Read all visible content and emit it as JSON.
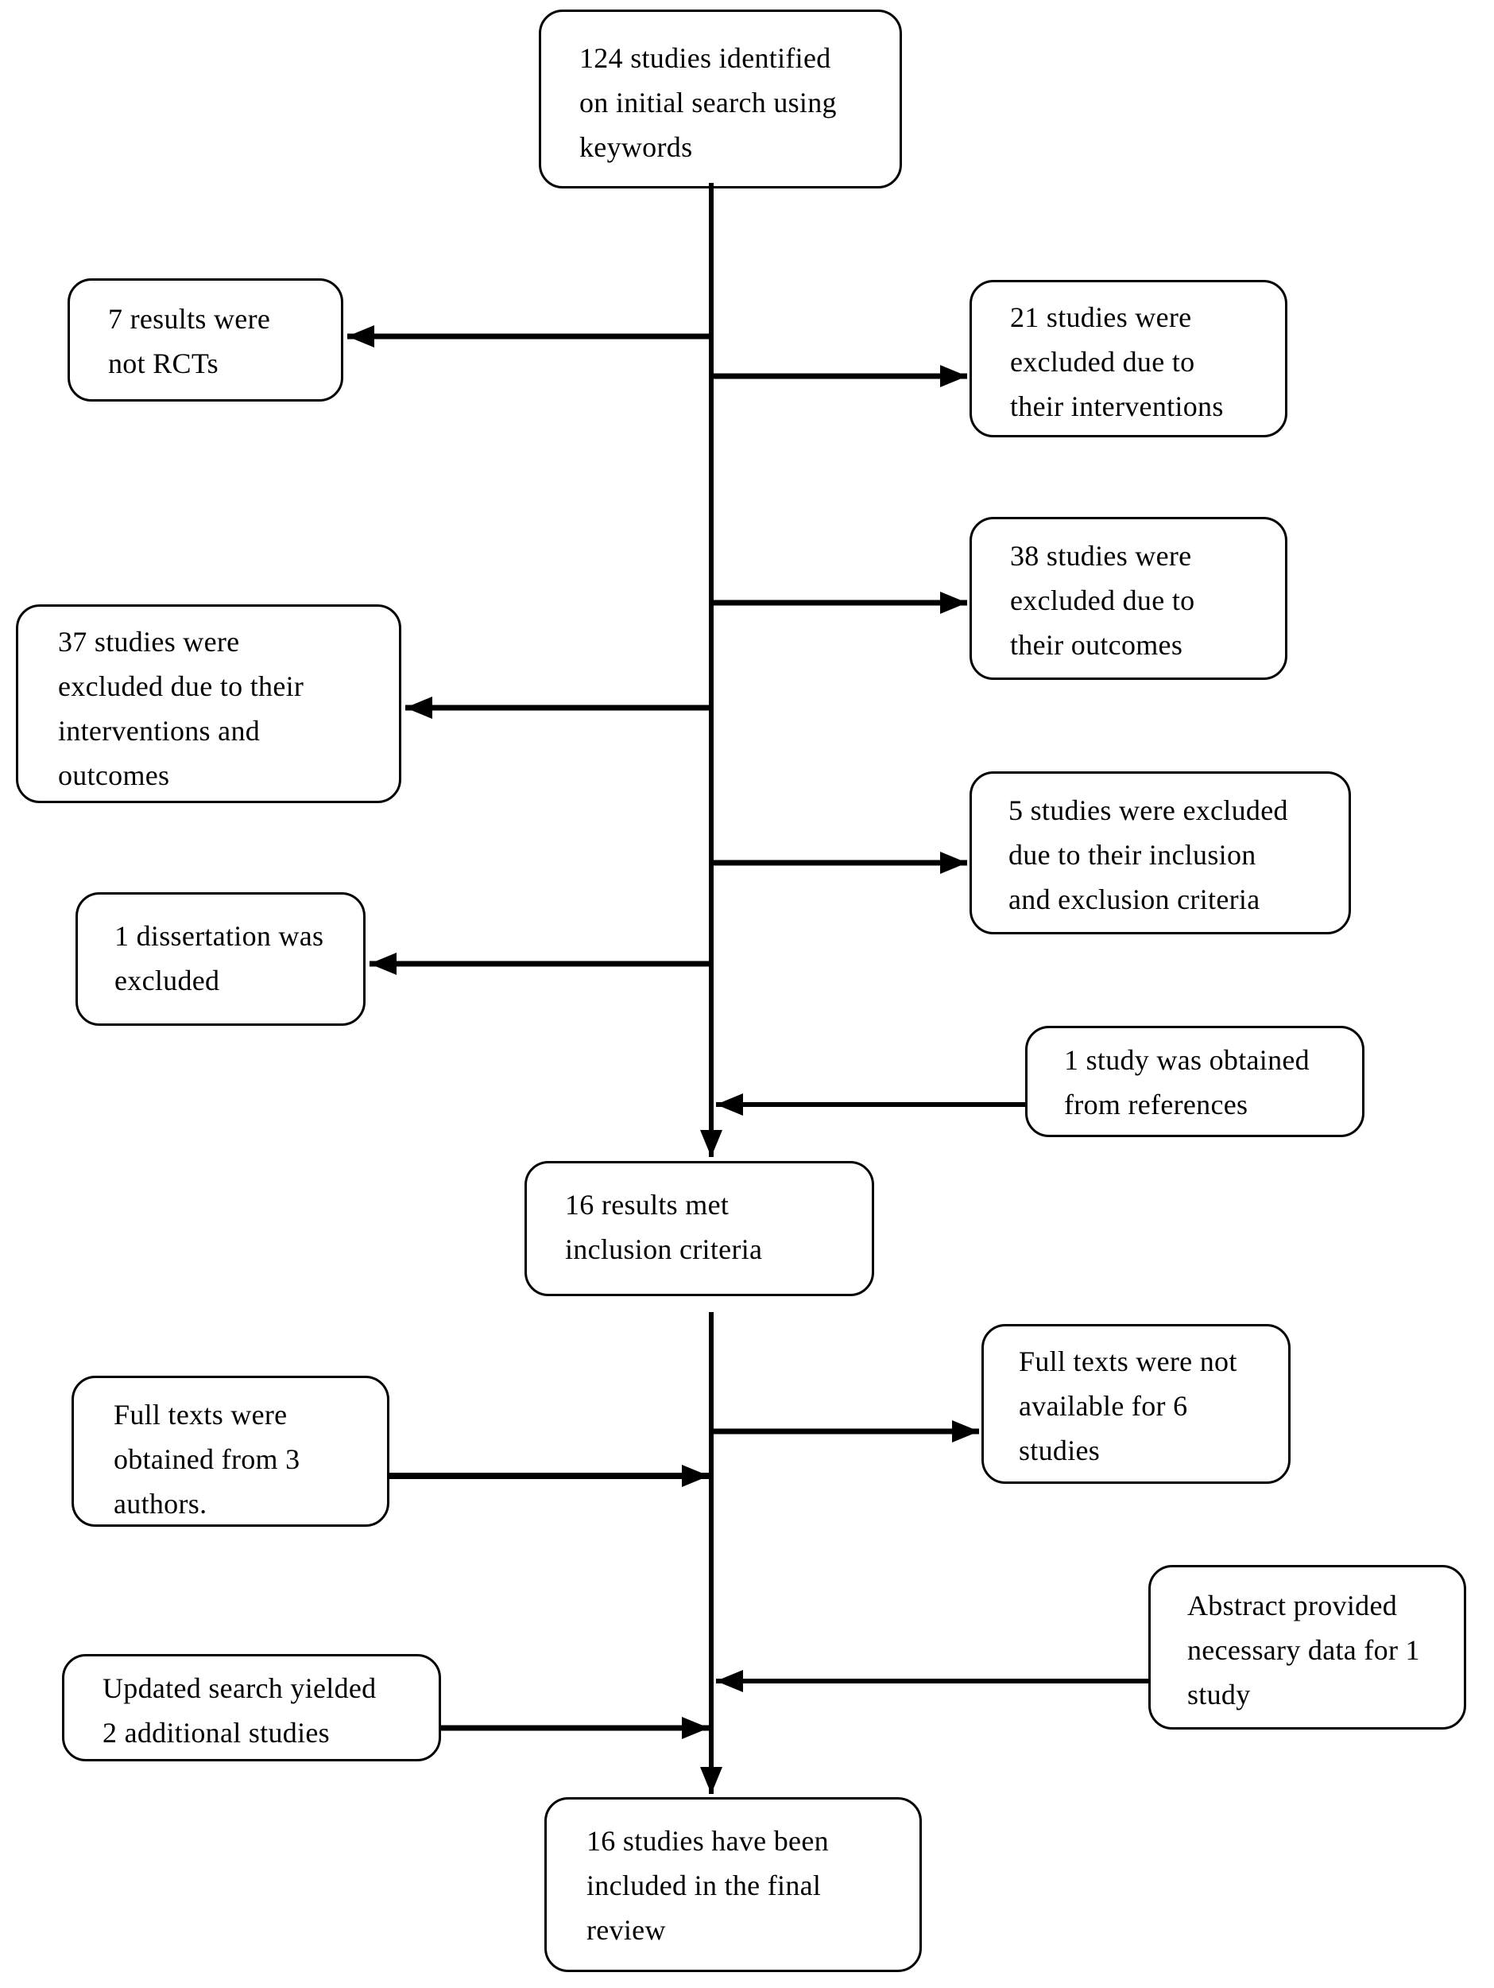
{
  "diagram": {
    "type": "flowchart",
    "background_color": "#ffffff",
    "line_color": "#000000",
    "box_fill": "#ffffff",
    "nodes": [
      {
        "id": "initial-search",
        "text": "124 studies identified\non initial search using\nkeywords"
      },
      {
        "id": "not-rcts",
        "text": "7 results were\nnot RCTs"
      },
      {
        "id": "excluded-interventions",
        "text": "21 studies were\nexcluded due to\ntheir interventions"
      },
      {
        "id": "excluded-outcomes",
        "text": "38 studies were\nexcluded due to\ntheir outcomes"
      },
      {
        "id": "excluded-interventions-outcomes",
        "text": "37 studies were\nexcluded due to their\ninterventions and\noutcomes"
      },
      {
        "id": "excluded-criteria",
        "text": "5 studies were excluded\ndue to their inclusion\nand exclusion criteria"
      },
      {
        "id": "dissertation-excluded",
        "text": "1 dissertation was\nexcluded"
      },
      {
        "id": "obtained-from-references",
        "text": "1 study was obtained\nfrom references"
      },
      {
        "id": "met-inclusion-criteria",
        "text": "16 results met\ninclusion criteria"
      },
      {
        "id": "full-texts-not-available",
        "text": "Full texts were not\navailable for 6\nstudies"
      },
      {
        "id": "full-texts-from-authors",
        "text": "Full texts were\nobtained from 3\nauthors."
      },
      {
        "id": "abstract-provided-data",
        "text": "Abstract provided\nnecessary data for 1\nstudy"
      },
      {
        "id": "updated-search",
        "text": "Updated search yielded\n2 additional studies"
      },
      {
        "id": "final-review",
        "text": "16 studies have been\nincluded in the final\nreview"
      }
    ],
    "edges": [
      {
        "from": "initial-search",
        "to": "not-rcts"
      },
      {
        "from": "initial-search",
        "to": "excluded-interventions"
      },
      {
        "from": "initial-search",
        "to": "excluded-outcomes"
      },
      {
        "from": "initial-search",
        "to": "excluded-interventions-outcomes"
      },
      {
        "from": "initial-search",
        "to": "excluded-criteria"
      },
      {
        "from": "initial-search",
        "to": "dissertation-excluded"
      },
      {
        "from": "obtained-from-references",
        "to": "main-flow"
      },
      {
        "from": "initial-search",
        "to": "met-inclusion-criteria"
      },
      {
        "from": "met-inclusion-criteria",
        "to": "full-texts-not-available"
      },
      {
        "from": "full-texts-from-authors",
        "to": "main-flow"
      },
      {
        "from": "abstract-provided-data",
        "to": "main-flow"
      },
      {
        "from": "updated-search",
        "to": "main-flow"
      },
      {
        "from": "met-inclusion-criteria",
        "to": "final-review"
      }
    ]
  }
}
